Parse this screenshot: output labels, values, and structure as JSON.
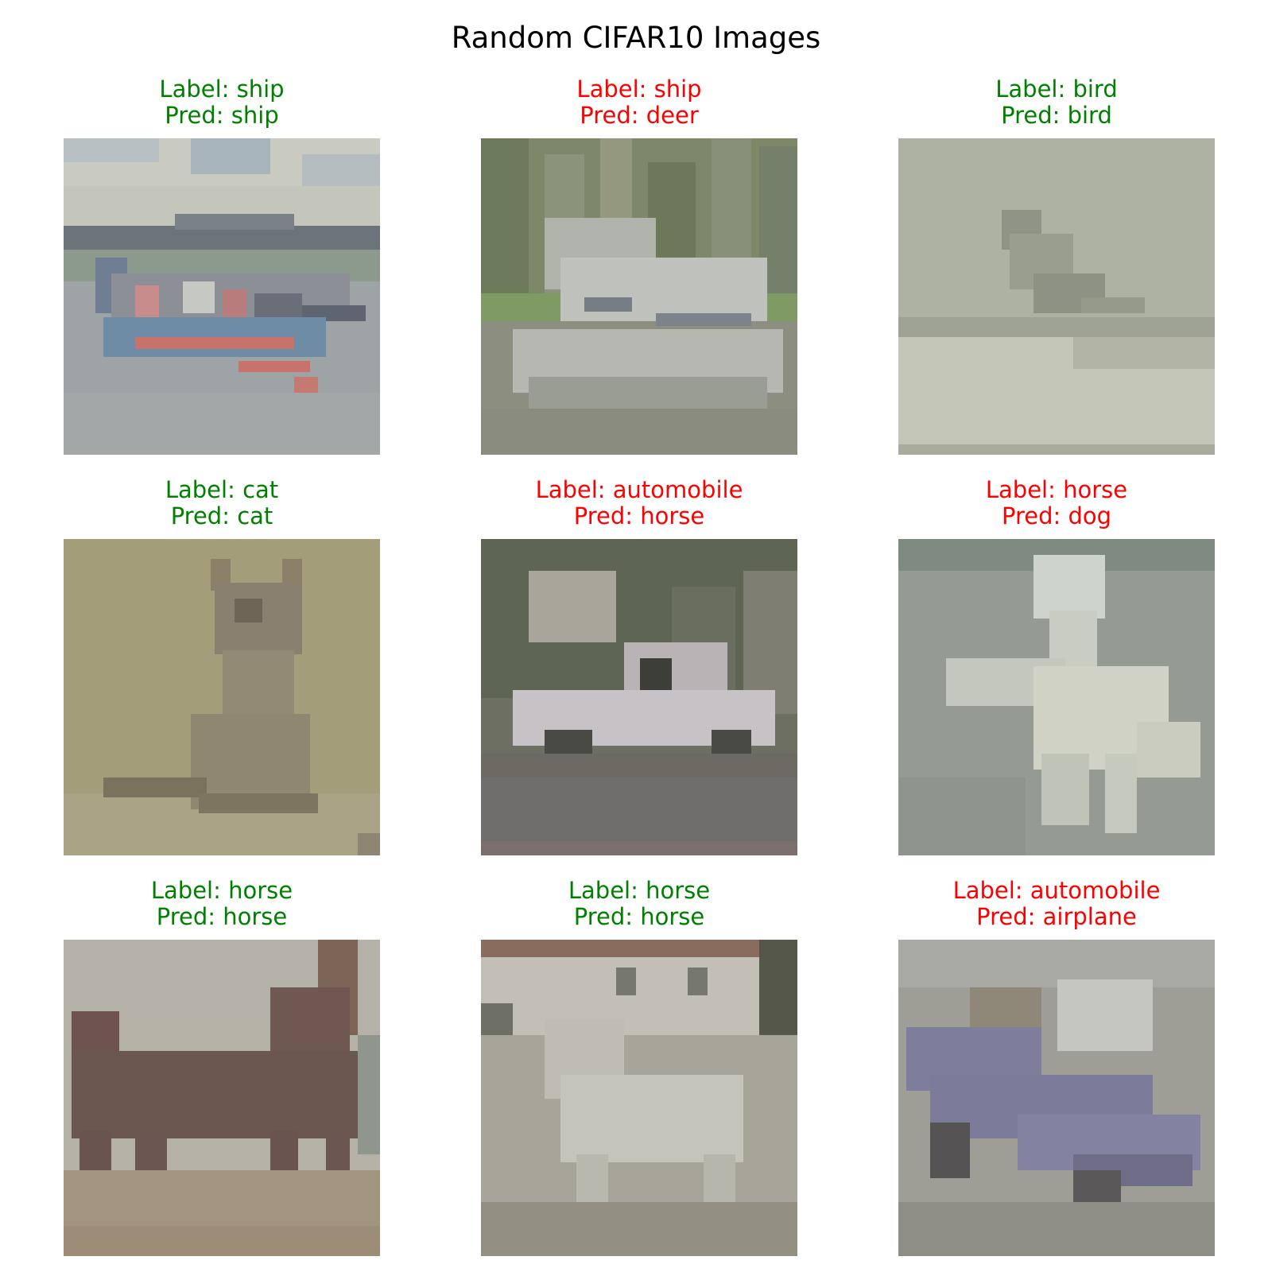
{
  "title": "Random CIFAR10 Images",
  "colors": {
    "correct": "#008000",
    "incorrect": "#ff0000"
  },
  "panels": [
    {
      "label_text": "Label: ship",
      "pred_text": "Pred: ship",
      "correct": true,
      "content": "ship-image"
    },
    {
      "label_text": "Label: ship",
      "pred_text": "Pred: deer",
      "correct": false,
      "content": "ship-image"
    },
    {
      "label_text": "Label: bird",
      "pred_text": "Pred: bird",
      "correct": true,
      "content": "bird-image"
    },
    {
      "label_text": "Label: cat",
      "pred_text": "Pred: cat",
      "correct": true,
      "content": "cat-image"
    },
    {
      "label_text": "Label: automobile",
      "pred_text": "Pred: horse",
      "correct": false,
      "content": "automobile-image"
    },
    {
      "label_text": "Label: horse",
      "pred_text": "Pred: dog",
      "correct": false,
      "content": "horse-image"
    },
    {
      "label_text": "Label: horse",
      "pred_text": "Pred: horse",
      "correct": true,
      "content": "horse-image"
    },
    {
      "label_text": "Label: horse",
      "pred_text": "Pred: horse",
      "correct": true,
      "content": "horse-image"
    },
    {
      "label_text": "Label: automobile",
      "pred_text": "Pred: airplane",
      "correct": false,
      "content": "automobile-image"
    }
  ]
}
